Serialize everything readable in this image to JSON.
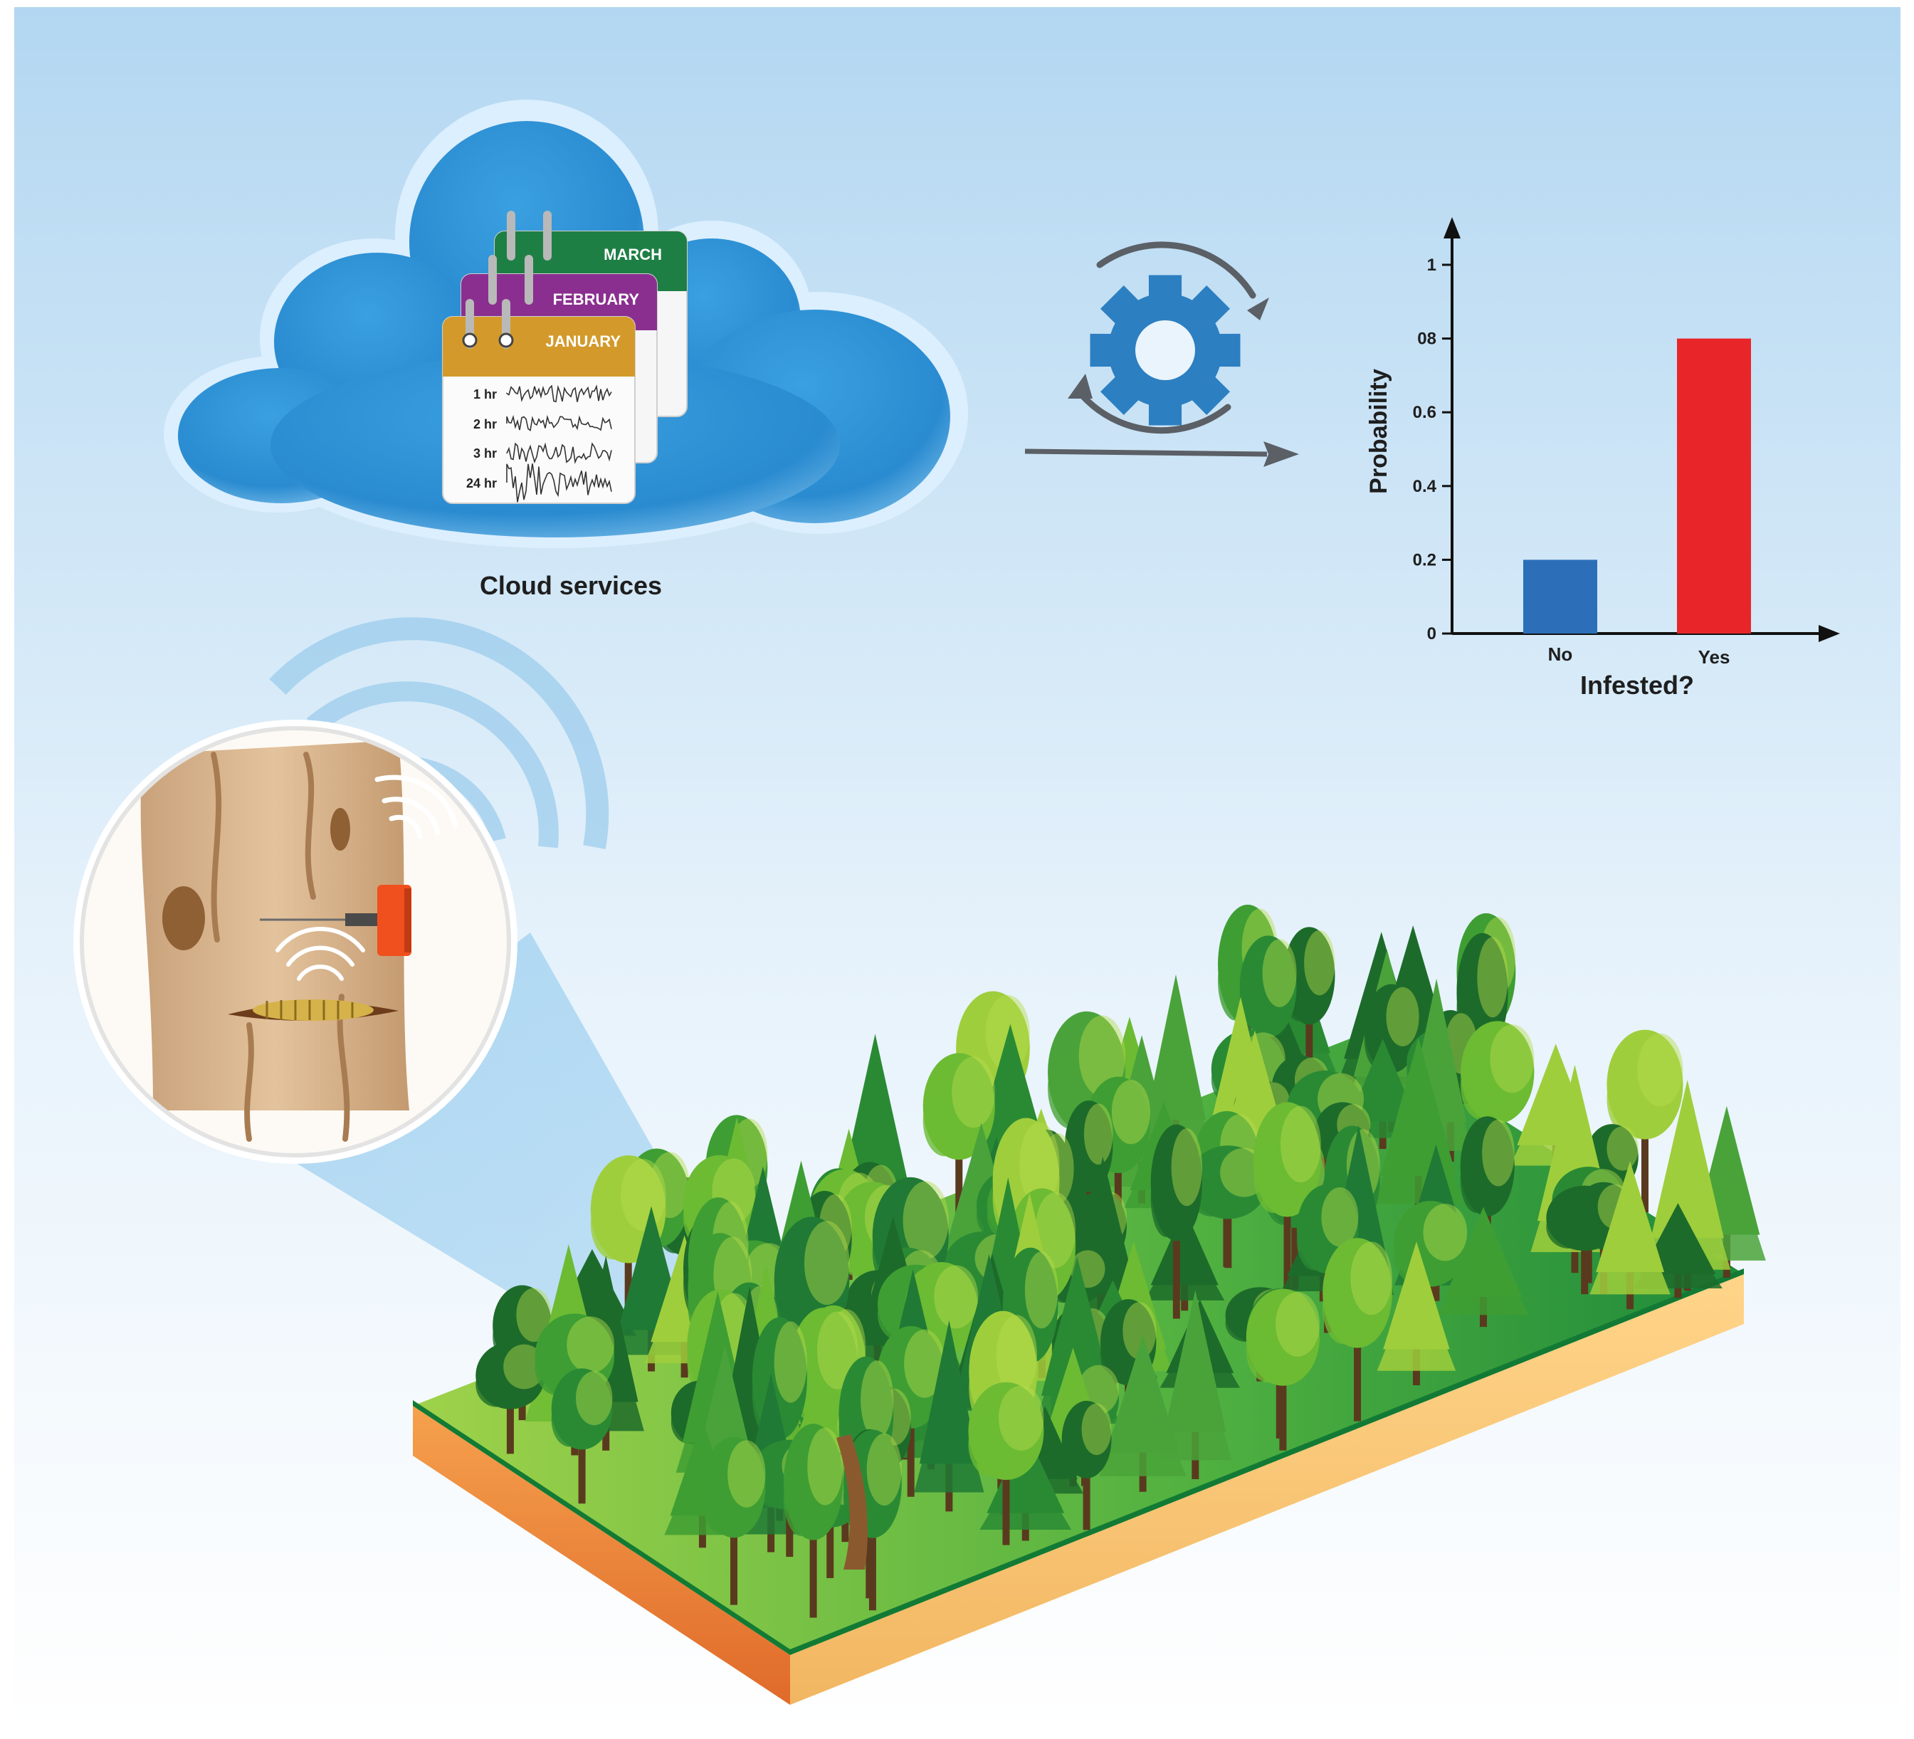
{
  "cloud": {
    "caption": "Cloud services",
    "calendar_months": [
      "MARCH",
      "FEBRUARY",
      "JANUARY"
    ],
    "row_labels": [
      "1 hr",
      "2 hr",
      "3 hr",
      "24 hr"
    ]
  },
  "colors": {
    "sky_top": "#b6d9f2",
    "cloud_blue": "#2b8ed0",
    "march_header": "#1e7f45",
    "february_header": "#8a2f8f",
    "january_header": "#d39a2b",
    "gear": "#2c7fc1",
    "bar_no": "#2c6fb8",
    "bar_yes": "#e8262a",
    "sensor": "#f0501e",
    "ground_green": "#3faa3a",
    "soil": "#e07a35"
  },
  "chart_data": {
    "type": "bar",
    "categories": [
      "No",
      "Yes"
    ],
    "values": [
      0.2,
      0.8
    ],
    "ylabel": "Probability",
    "xlabel": "Infested?",
    "ylim": [
      0,
      1
    ],
    "yticks": [
      "0",
      "0.2",
      "0.4",
      "0.6",
      "08",
      "1"
    ],
    "bar_colors": [
      "#2c6fb8",
      "#e8262a"
    ]
  }
}
